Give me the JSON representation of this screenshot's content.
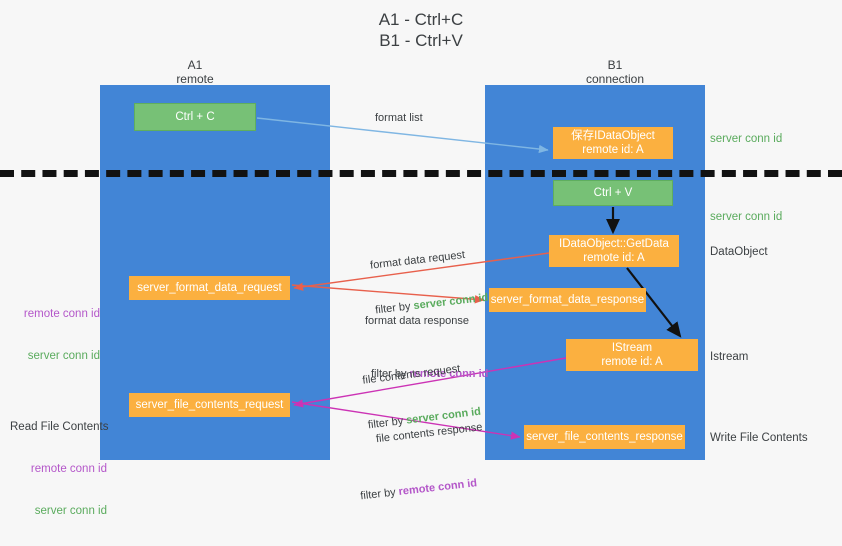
{
  "title": "A1 - Ctrl+C\nB1 - Ctrl+V",
  "columns": {
    "a": {
      "name": "A1",
      "role": "remote",
      "label": "A1\nremote"
    },
    "b": {
      "name": "B1",
      "role": "connection",
      "label": "B1\nconnection"
    }
  },
  "boxes": {
    "ctrl_c": "Ctrl + C",
    "save_idataobject": "保存IDataObject\nremote id: A",
    "ctrl_v": "Ctrl + V",
    "idataobject_getdata": "IDataObject::GetData\nremote id: A",
    "istream": "IStream\nremote id: A",
    "server_format_data_request": "server_format_data_request",
    "server_format_data_response": "server_format_data_response",
    "server_file_contents_request": "server_file_contents_request",
    "server_file_contents_response": "server_file_contents_response"
  },
  "captions": {
    "format_list": "format list",
    "format_data_request": "format data request",
    "format_data_request_filter_prefix": "filter by ",
    "format_data_request_filter_key": "server conn id",
    "format_data_response": "format data response",
    "format_data_response_filter_prefix": "filter by ",
    "format_data_response_filter_key": "remote conn id",
    "file_contents_request": "file contents request",
    "file_contents_request_filter_prefix": "filter by ",
    "file_contents_request_filter_key": "server conn id",
    "file_contents_response": "file contents response",
    "file_contents_response_filter_prefix": "filter by ",
    "file_contents_response_filter_key": "remote conn id"
  },
  "annotations": {
    "right": {
      "server_conn_id_top": "server conn id",
      "server_conn_id_mid": "server conn id",
      "dataobject": "DataObject",
      "istream": "Istream",
      "write_file_contents": "Write File Contents"
    },
    "left": {
      "remote_conn_id_1": "remote conn id",
      "server_conn_id_1": "server conn id",
      "read_file_contents": "Read File Contents",
      "remote_conn_id_2": "remote conn id",
      "server_conn_id_2": "server conn id"
    }
  },
  "colors": {
    "lane_blue": "#4285d6",
    "box_green": "#77c176",
    "box_orange": "#fbb040",
    "arrow_lightblue": "#7fb6e3",
    "arrow_red": "#e8604c",
    "arrow_magenta": "#cc33b5",
    "arrow_black": "#111111",
    "text_green": "#5aab5d",
    "text_purple": "#b457c9",
    "background": "#f7f7f7"
  }
}
